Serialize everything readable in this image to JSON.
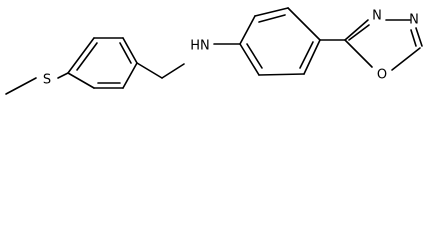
{
  "molecule": {
    "atoms": {
      "sulfur": "S",
      "amine": "HN",
      "oxadiazole_n1": "N",
      "oxadiazole_n2": "N",
      "oxadiazole_o": "O"
    }
  }
}
